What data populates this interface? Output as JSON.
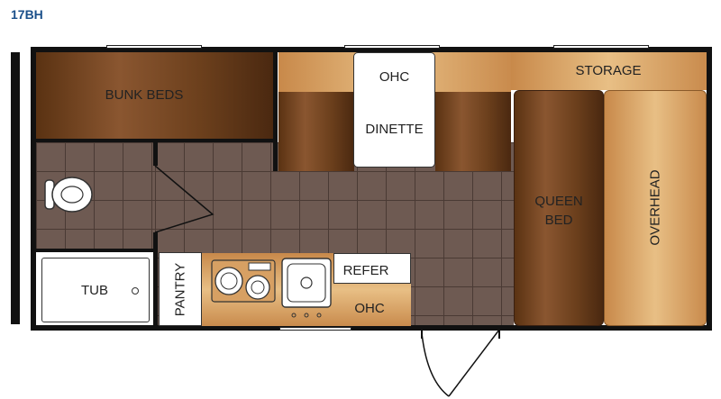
{
  "model": "17BH",
  "labels": {
    "bunk_beds": "BUNK BEDS",
    "ohc_top": "OHC",
    "dinette": "DINETTE",
    "storage": "STORAGE",
    "queen_bed": "QUEEN BED",
    "overhead": "OVERHEAD",
    "tub": "TUB",
    "pantry": "PANTRY",
    "refer": "REFER",
    "ohc_bottom": "OHC"
  },
  "colors": {
    "wall": "#111111",
    "wood_dark": "#6b3f1c",
    "wood_light": "#e8bf85",
    "tile": "#6e5a52",
    "model_text": "#1a4f8a"
  }
}
